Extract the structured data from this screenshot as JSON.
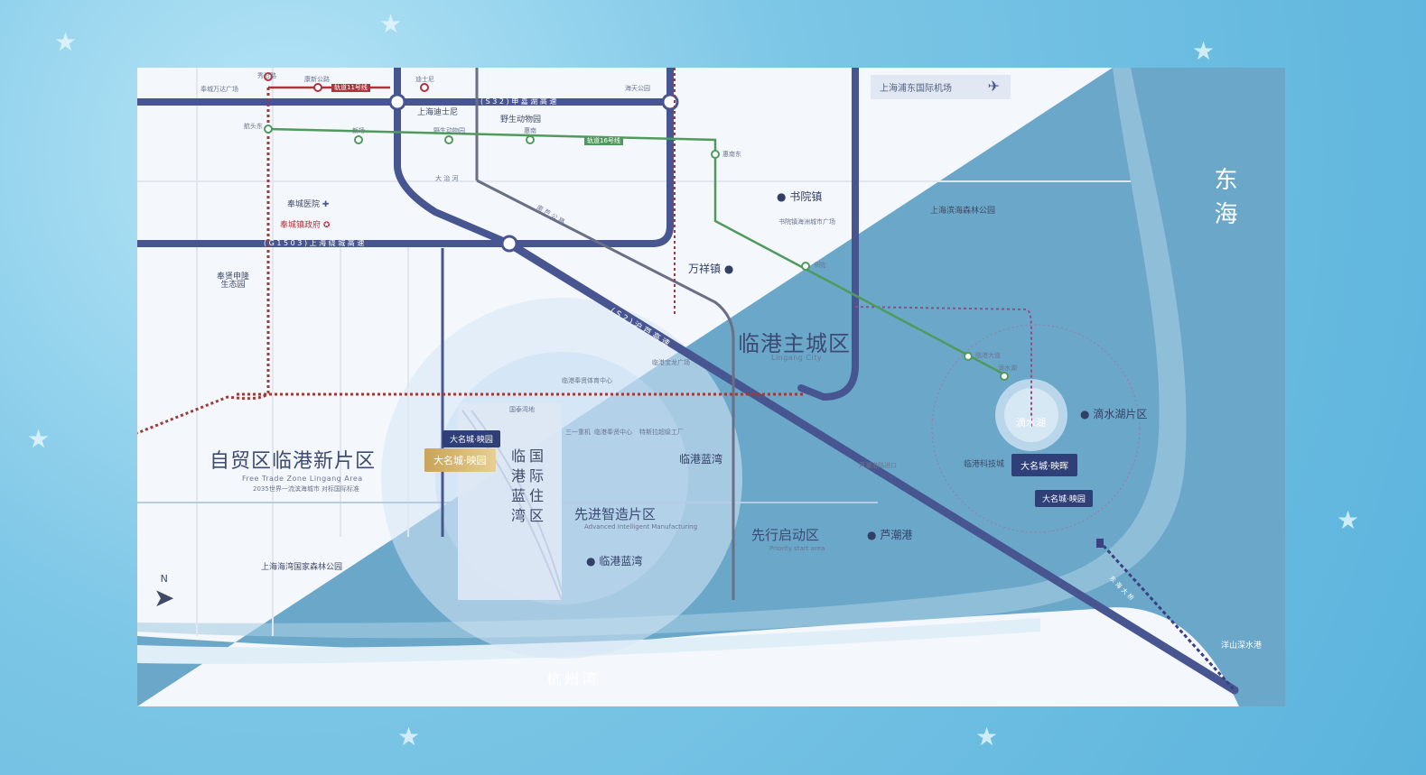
{
  "colors": {
    "expressway": "#475591",
    "metro_red": "#b0323a",
    "metro_green": "#4f9a5c",
    "sea": "#6aa7c9",
    "land": "#f4f7fc",
    "gold": "#c9a35a"
  },
  "top": {
    "airport": "上海浦东国际机场",
    "s32": "( S 3 2 ) 申 嘉 湖 高 速",
    "g1503": "( G 1 5 0 3 ) 上 海 绕 城 高 速",
    "s2": "( S 2 ) 沪 芦 高 速",
    "disney": "上海迪士尼",
    "wildlife_park": "野生动物园",
    "dazhi_river": "大 治 河",
    "nanlu": "南 芦 公 路"
  },
  "metro_stations": {
    "row1": [
      "秀沿路",
      "康新公路",
      "迪士尼"
    ],
    "row2": [
      "航头东",
      "新场",
      "野生动物园",
      "惠南"
    ],
    "line16": "轨道16号线",
    "line11": "轨道11号线",
    "huinan_east": "惠南东",
    "shuyuan": "书院",
    "lingang_avenue": "临港大道",
    "dishui_lake": "滴水湖"
  },
  "places": {
    "fengcheng_hospital": "奉城医院",
    "fengcheng_gov": "奉城镇政府",
    "fengxian_park": "奉贤申隆\n生态园",
    "shuyuan_town": "书院镇",
    "shuyuan_square": "书院镇海洲城市广场",
    "binhai_forest": "上海滨海森林公园",
    "wanxiang_town": "万祥镇",
    "lingang_plaza": "临港宝龙广场",
    "lingang_sports": "临港奉贤体育中心",
    "haiwan_forest": "上海海湾国家森林公园",
    "guojiaohui": "国泰湾地",
    "sany": "三一重机",
    "lingang_fengxian_center": "临港奉贤中心",
    "tesla": "特斯拉超级工厂",
    "luchao_port_entry": "芦潮港路进口",
    "luchao_port": "芦潮港",
    "dishui_area": "滴水湖片区",
    "dishui_lake": "滴水湖",
    "lingang_tech_city": "临港科技城",
    "yangshan": "洋山深水港",
    "donghai_bridge": "东 海 大 桥",
    "fengxian_wanda": "奉城万达广场",
    "pudong_wild": "海天公园"
  },
  "districts": {
    "ftz": "自贸区临港新片区",
    "ftz_en": "Free Trade Zone Lingang Area",
    "ftz_note": "2035世界一流滨海城市 对标国际标准",
    "lingang_main": "临港主城区",
    "lingang_main_en": "Lingang City",
    "intl_area": [
      "临",
      "港",
      "蓝",
      "湾",
      "国",
      "际",
      "住",
      "区"
    ],
    "smart_mfg": "先进智造片区",
    "smart_mfg_en": "Advanced Intelligent Manufacturing",
    "pilot_area": "先行启动区",
    "pilot_area_en": "Priority start area",
    "lanwan_1": "临港蓝湾",
    "lanwan_2": "临港蓝湾"
  },
  "water": {
    "east_sea": "东海",
    "hangzhou_bay": "杭州湾"
  },
  "project_badges": {
    "main": "大名城·映园",
    "small1": "大名城·映园",
    "right1": "大名城·映晖",
    "right2": "大名城·映园"
  },
  "compass": "N"
}
